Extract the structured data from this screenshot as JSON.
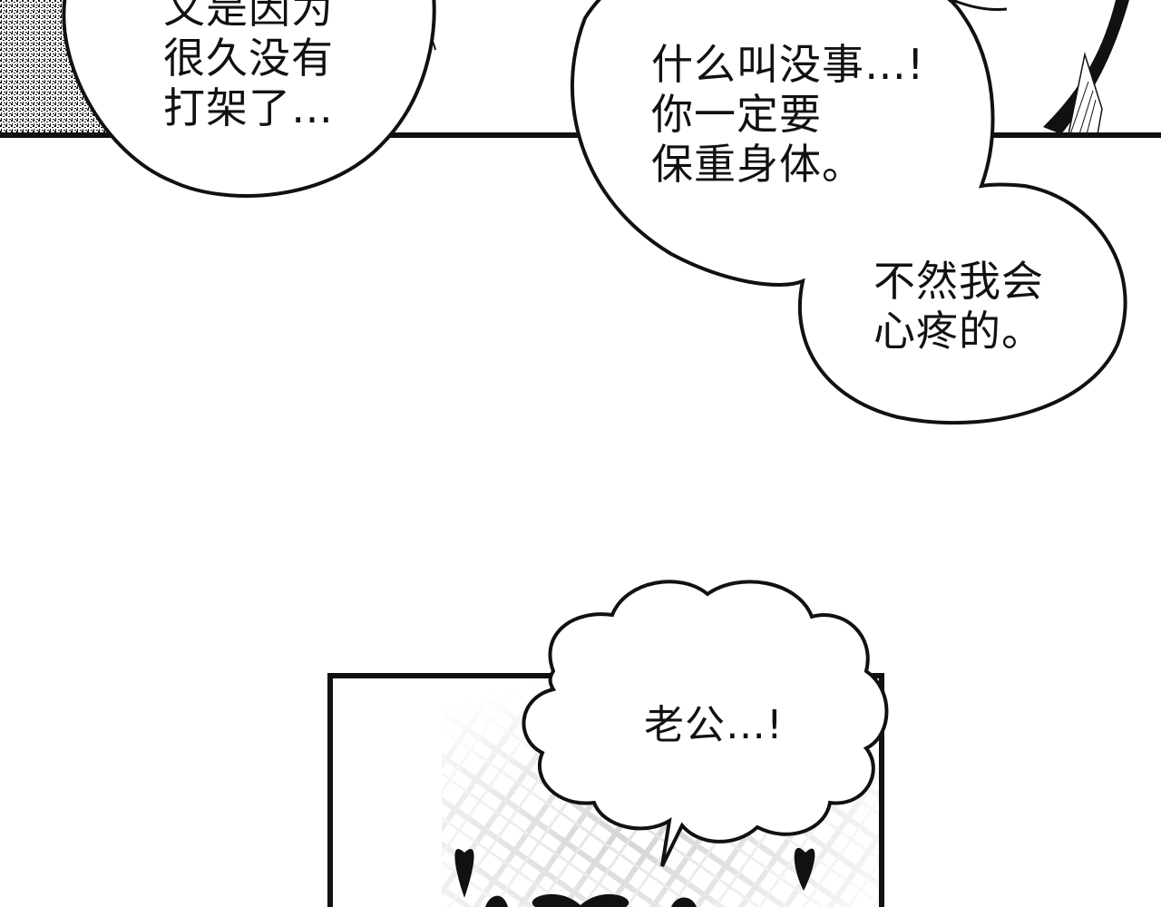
{
  "colors": {
    "ink": "#111111",
    "paper": "#ffffff",
    "screen_tone": "#c9c9c9"
  },
  "bubbles": {
    "top_left": {
      "lines": [
        "又是因为",
        "很久没有",
        "打架了…"
      ]
    },
    "top_right": {
      "lines": [
        "什么叫没事…!",
        "你一定要",
        "保重身体。"
      ]
    },
    "right_middle": {
      "lines": [
        "不然我会",
        "心疼的。"
      ]
    },
    "cloud": {
      "lines": [
        "老公…!"
      ]
    }
  },
  "icons": [
    "heart-icon",
    "heart-icon",
    "heart-icon"
  ]
}
